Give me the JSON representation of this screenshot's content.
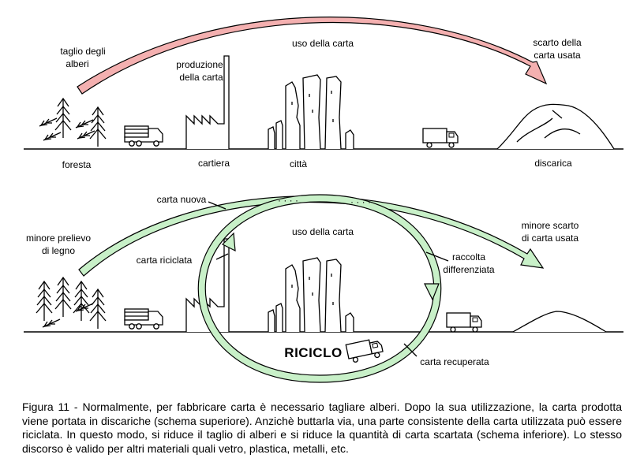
{
  "top": {
    "labels": {
      "taglio_line1": "taglio degli",
      "taglio_line2": "alberi",
      "produzione_line1": "produzione",
      "produzione_line2": "della carta",
      "uso": "uso della carta",
      "scarto_line1": "scarto della",
      "scarto_line2": "carta usata",
      "foresta": "foresta",
      "cartiera": "cartiera",
      "citta": "città",
      "discarica": "discarica"
    },
    "arrow_color": "#f4b0b0"
  },
  "bottom": {
    "labels": {
      "carta_nuova": "carta nuova",
      "minore_prelievo_line1": "minore prelievo",
      "minore_prelievo_line2": "di legno",
      "uso": "uso della carta",
      "minore_scarto_line1": "minore scarto",
      "minore_scarto_line2": "di carta usata",
      "carta_riciclata": "carta riciclata",
      "raccolta_line1": "raccolta",
      "raccolta_line2": "differenziata",
      "riciclo": "RICICLO",
      "carta_recuperata": "carta recuperata"
    },
    "arrow_color": "#c8f0c8"
  },
  "caption": "Figura 11 - Normalmente, per fabbricare carta è necessario tagliare alberi. Dopo la sua utilizzazione, la carta prodotta viene portata in discariche (schema superiore). Anzichè buttarla via, una parte consistente della carta utilizzata può essere riciclata. In questo modo, si riduce il taglio di alberi e si riduce la quantità di carta scartata (schema inferiore). Lo stesso discorso è valido per altri materiali quali vetro, plastica, metalli, etc."
}
